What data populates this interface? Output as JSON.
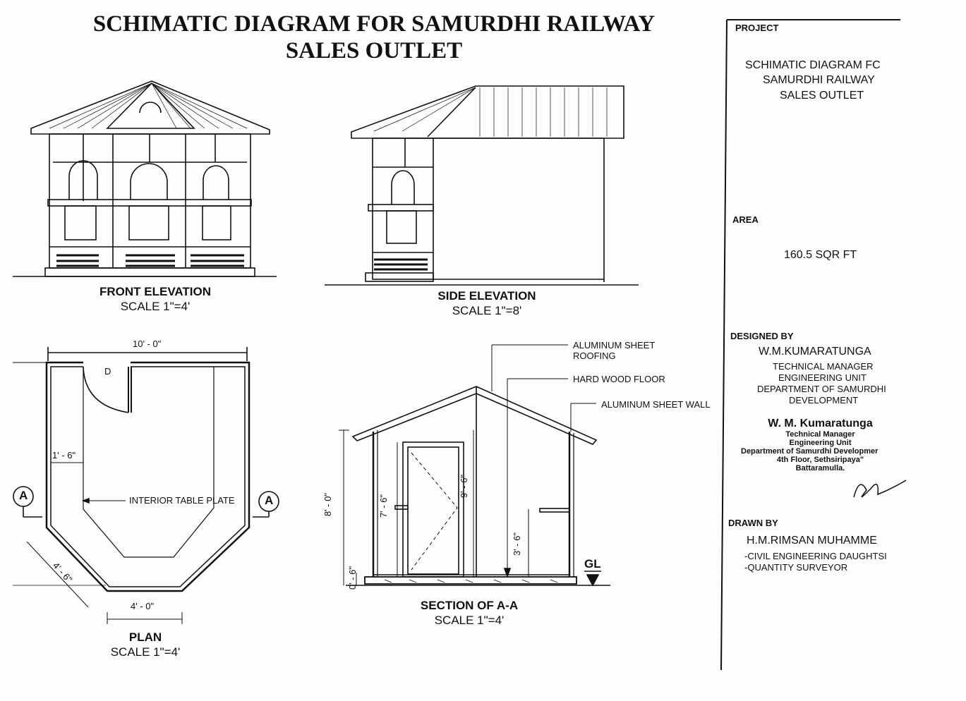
{
  "title": {
    "line1": "SCHIMATIC DIAGRAM FOR SAMURDHI RAILWAY",
    "line2": "SALES OUTLET"
  },
  "front_elevation": {
    "label": "FRONT ELEVATION",
    "scale": "SCALE 1\"=4'"
  },
  "side_elevation": {
    "label": "SIDE ELEVATION",
    "scale": "SCALE 1\"=8'"
  },
  "plan": {
    "label": "PLAN",
    "scale": "SCALE 1\"=4'",
    "dim_top": "10' - 0\"",
    "dim_inner": "1' - 6\"",
    "dim_diag": "4' - 6\"",
    "dim_bottom": "4' - 0\"",
    "door_mark": "D",
    "table_label": "INTERIOR TABLE PLATE",
    "section_marker": "A"
  },
  "section": {
    "label": "SECTION OF A-A",
    "scale": "SCALE 1\"=4'",
    "callout_roof_1": "ALUMINUM SHEET",
    "callout_roof_2": "ROOFING",
    "callout_floor": "HARD WOOD FLOOR",
    "callout_wall": "ALUMINUM SHEET WALL",
    "dim_height": "8' - 0\"",
    "dim_door_left": "7' - 6\"",
    "dim_door_right": "9' - 6\"",
    "dim_table": "3' - 6\"",
    "dim_base": "0' - 6\"",
    "gl": "GL"
  },
  "title_block": {
    "project_heading": "PROJECT",
    "project_line1": "SCHIMATIC DIAGRAM FC",
    "project_line2": "SAMURDHI RAILWAY",
    "project_line3": "SALES OUTLET",
    "area_heading": "AREA",
    "area_value": "160.5 SQR FT",
    "designed_heading": "DESIGNED BY",
    "designer_name": "W.M.KUMARATUNGA",
    "designer_role1": "TECHNICAL MANAGER",
    "designer_role2": "ENGINEERING UNIT",
    "designer_role3": "DEPARTMENT OF SAMURDHI",
    "designer_role4": "DEVELOPMENT",
    "stamp_name": "W. M. Kumaratunga",
    "stamp_line1": "Technical Manager",
    "stamp_line2": "Engineering Unit",
    "stamp_line3": "Department of Samurdhi Developmer",
    "stamp_line4": "4th Floor, Sethsiripaya\"",
    "stamp_line5": "Battaramulla.",
    "drawn_heading": "DRAWN BY",
    "drawn_name": "H.M.RIMSAN MUHAMME",
    "drawn_role1": "-CIVIL ENGINEERING DAUGHTSI",
    "drawn_role2": "-QUANTITY SURVEYOR"
  }
}
